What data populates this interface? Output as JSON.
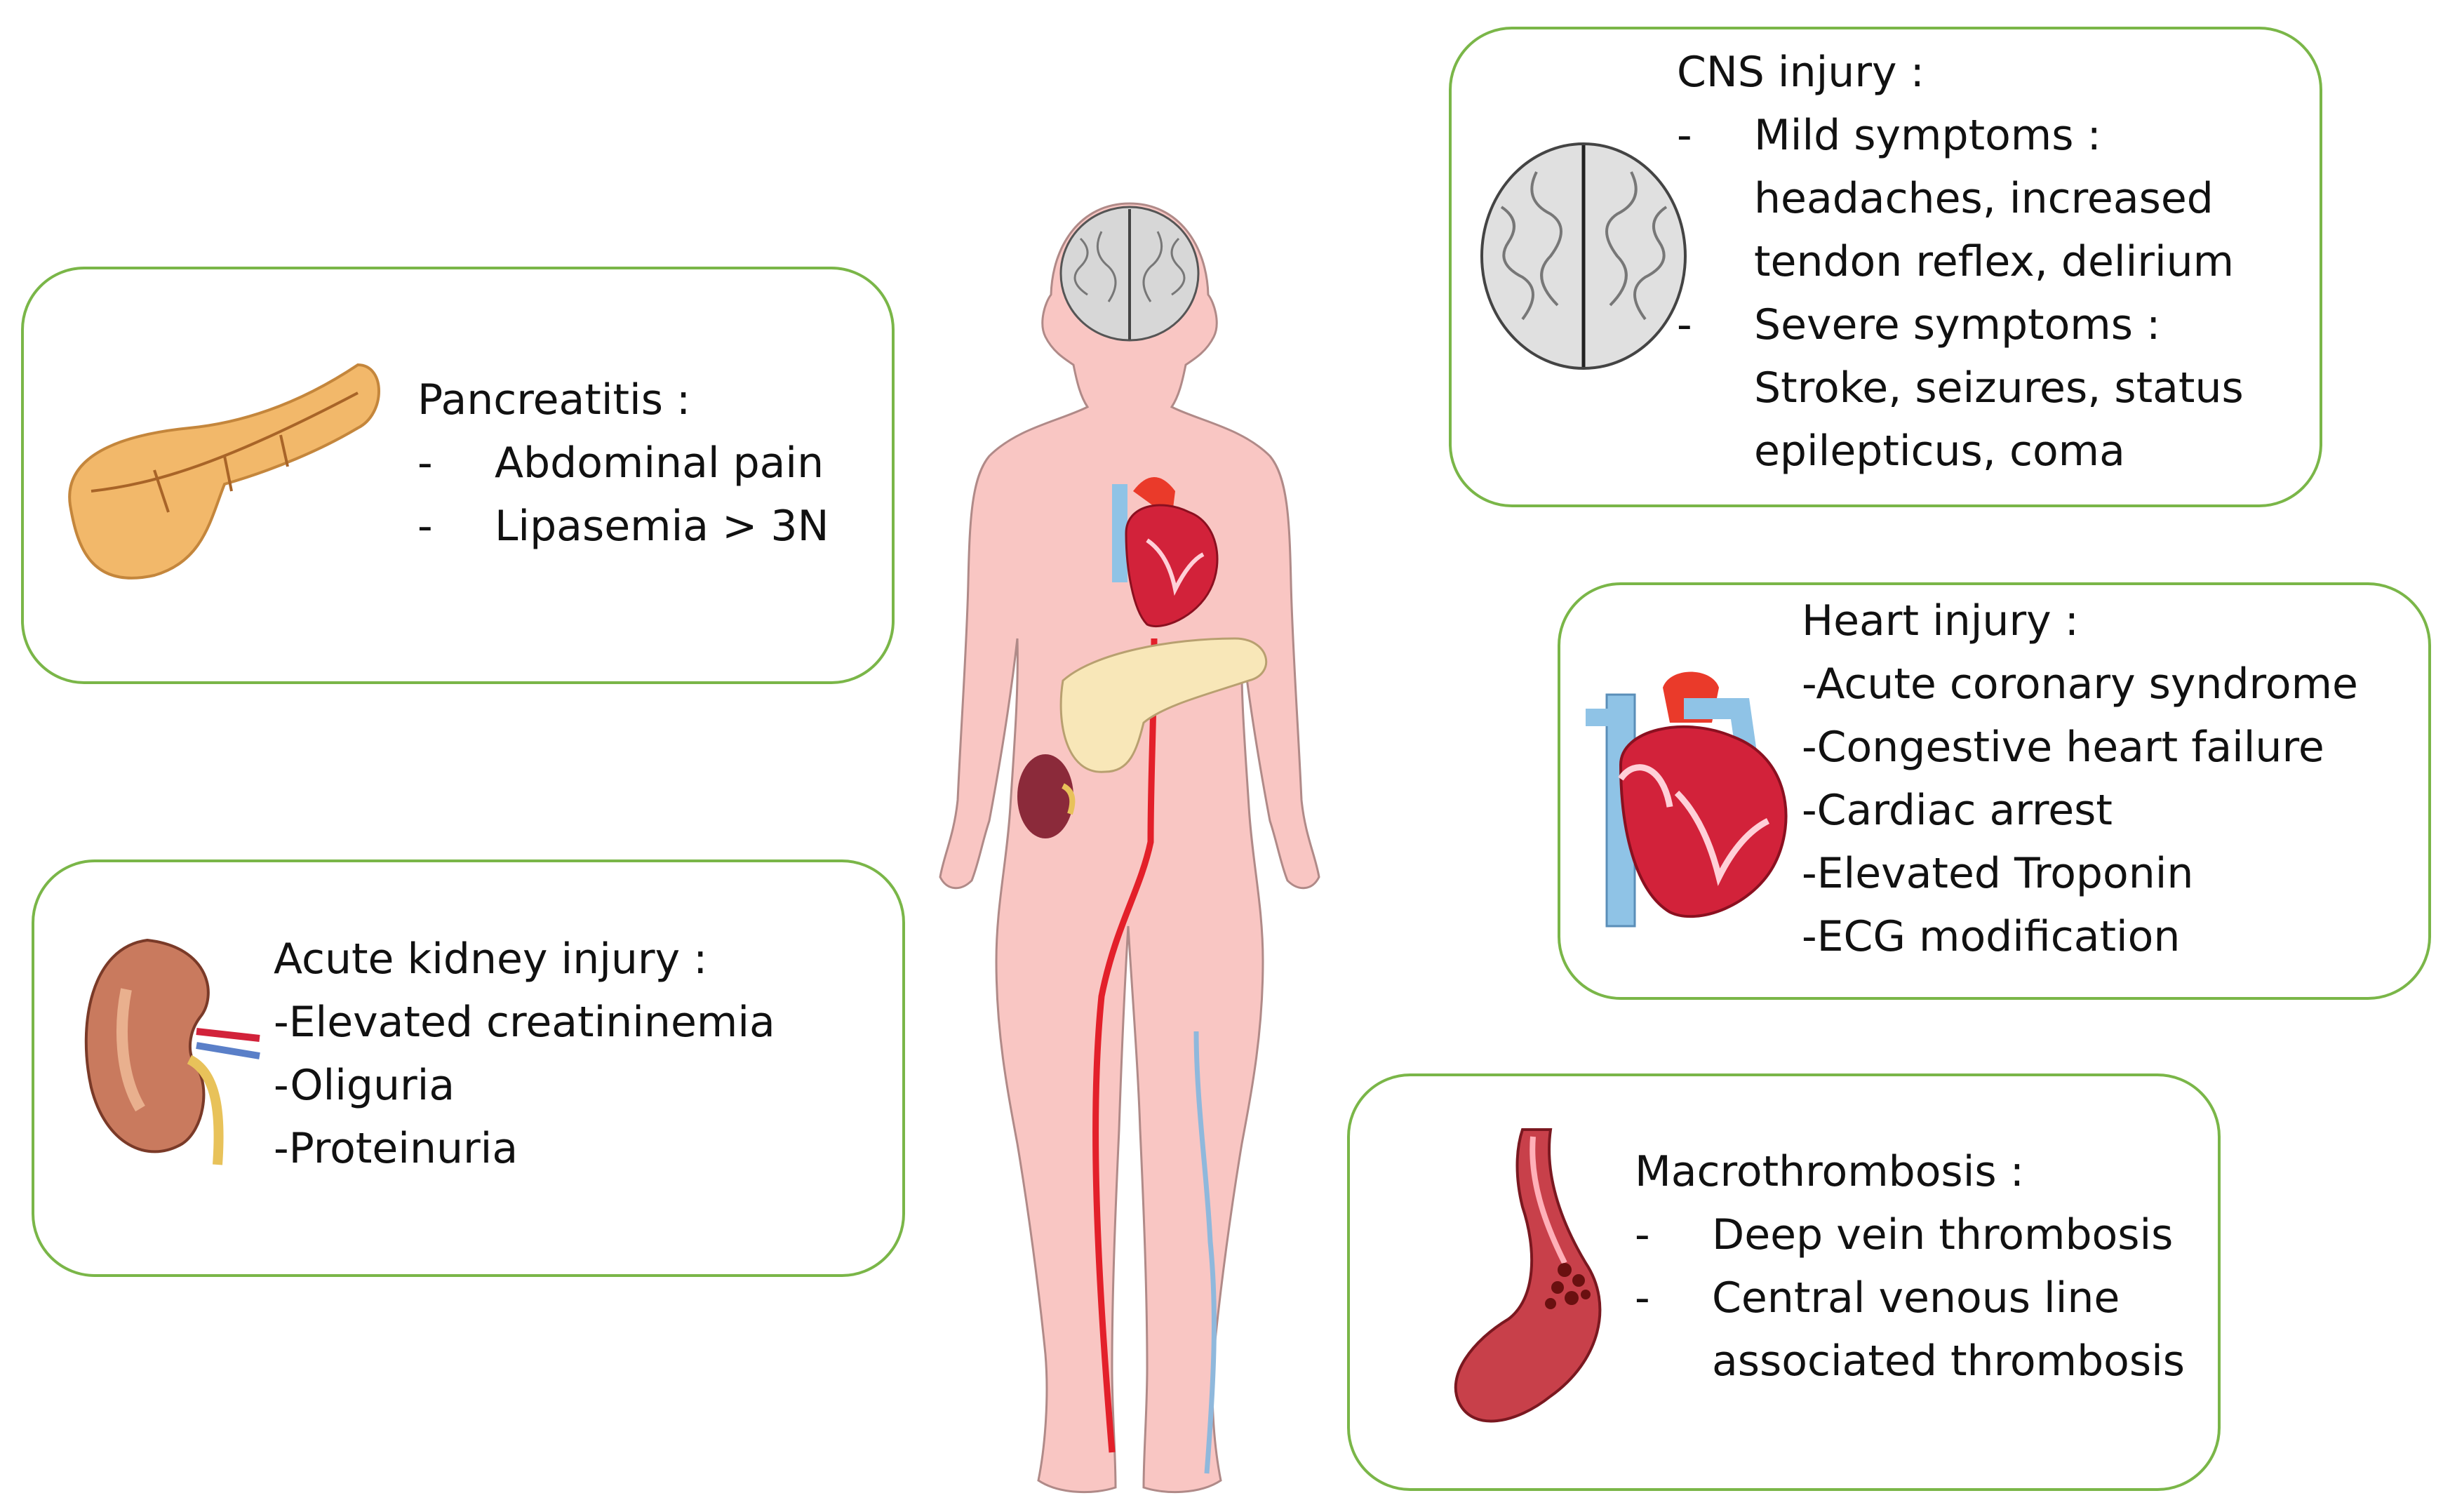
{
  "panels": {
    "cns": {
      "title": "CNS injury :",
      "items": [
        "Mild symptoms :",
        "headaches, increased",
        "tendon reflex, delirium",
        "Severe symptoms :",
        "Stroke, seizures, status",
        "epilepticus, coma"
      ],
      "dash": "-"
    },
    "pancreatitis": {
      "title": "Pancreatitis :",
      "items": [
        "Abdominal pain",
        "Lipasemia > 3N"
      ],
      "dash": "-"
    },
    "heart": {
      "title": "Heart injury :",
      "items": [
        "-Acute coronary syndrome",
        "-Congestive heart failure",
        "-Cardiac arrest",
        "-Elevated Troponin",
        "-ECG modification"
      ]
    },
    "kidney": {
      "title": "Acute kidney injury :",
      "items": [
        "-Elevated creatininemia",
        "-Oliguria",
        "-Proteinuria"
      ]
    },
    "thrombosis": {
      "title": "Macrothrombosis :",
      "items": [
        "Deep vein thrombosis",
        "Central venous line",
        "associated thrombosis"
      ],
      "dash": "-"
    }
  },
  "colors": {
    "border": "#7ab648",
    "skin": "#f9c6c3",
    "artery": "#e3202a",
    "vein": "#8fb8dc",
    "pancreas": "#f2b86a",
    "kidney": "#8b2a3a",
    "heart": "#d2223a",
    "brain": "#d4d4d4"
  },
  "icons": [
    "pancreas-icon",
    "kidney-icon",
    "brain-icon",
    "heart-icon",
    "blood-vessel-icon",
    "human-body-figure"
  ]
}
